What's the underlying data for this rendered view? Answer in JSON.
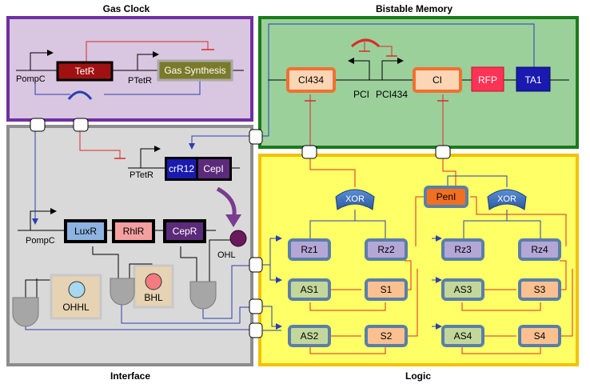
{
  "sections": {
    "gas_clock": "Gas Clock",
    "bistable_memory": "Bistable Memory",
    "interface": "Interface",
    "logic": "Logic"
  },
  "gas_clock": {
    "promoter1": "PompC",
    "tetr": "TetR",
    "promoter2": "PTetR",
    "gas_synthesis": "Gas Synthesis"
  },
  "bistable": {
    "ci434": "CI434",
    "ci": "CI",
    "rfp": "RFP",
    "ta1": "TA1",
    "pci": "PCI",
    "pci434": "PCI434"
  },
  "interface": {
    "ptetr": "PTetR",
    "crr12": "crR12",
    "cepi": "CepI",
    "pompc": "PompC",
    "luxr": "LuxR",
    "rhlr": "RhlR",
    "cepr": "CepR",
    "ohl": "OHL",
    "ohhl": "OHHL",
    "bhl": "BHL"
  },
  "logic": {
    "xor1": "XOR",
    "xor2": "XOR",
    "penl": "PenI",
    "rz1": "Rz1",
    "rz2": "Rz2",
    "rz3": "Rz3",
    "rz4": "Rz4",
    "as1": "AS1",
    "s1": "S1",
    "as3": "AS3",
    "s3": "S3",
    "as2": "AS2",
    "s2": "S2",
    "as4": "AS4",
    "s4": "S4"
  },
  "colors": {
    "gas_clock_bg": "#d9c6e0",
    "gas_clock_border": "#7030a0",
    "memory_bg": "#9bd09b",
    "memory_border": "#1b7a1b",
    "interface_bg": "#d9d9d9",
    "interface_border": "#8c8c8c",
    "logic_bg": "#ffff66",
    "logic_border": "#f2c200",
    "wire_blue": "#2a3fb0",
    "wire_red": "#d92b2b"
  }
}
